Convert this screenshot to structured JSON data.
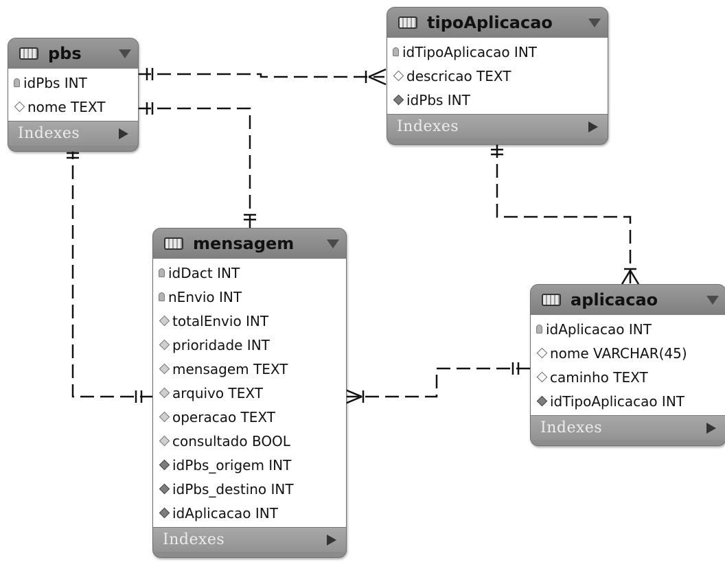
{
  "tables": {
    "pbs": {
      "name": "pbs",
      "columns": [
        {
          "icon": "primary-key-icon",
          "label": "idPbs INT"
        },
        {
          "icon": "empty-diamond-icon",
          "label": "nome TEXT"
        }
      ],
      "indexes_label": "Indexes"
    },
    "tipoAplicacao": {
      "name": "tipoAplicacao",
      "columns": [
        {
          "icon": "primary-key-icon",
          "label": "idTipoAplicacao INT"
        },
        {
          "icon": "empty-diamond-icon",
          "label": "descricao TEXT"
        },
        {
          "icon": "foreign-key-diamond-icon",
          "label": "idPbs INT"
        }
      ],
      "indexes_label": "Indexes"
    },
    "mensagem": {
      "name": "mensagem",
      "columns": [
        {
          "icon": "primary-key-icon",
          "label": "idDact INT"
        },
        {
          "icon": "primary-key-icon",
          "label": "nEnvio INT"
        },
        {
          "icon": "column-diamond-icon",
          "label": "totalEnvio INT"
        },
        {
          "icon": "column-diamond-icon",
          "label": "prioridade INT"
        },
        {
          "icon": "column-diamond-icon",
          "label": "mensagem TEXT"
        },
        {
          "icon": "column-diamond-icon",
          "label": "arquivo TEXT"
        },
        {
          "icon": "column-diamond-icon",
          "label": "operacao TEXT"
        },
        {
          "icon": "column-diamond-icon",
          "label": "consultado BOOL"
        },
        {
          "icon": "foreign-key-diamond-icon",
          "label": "idPbs_origem INT"
        },
        {
          "icon": "foreign-key-diamond-icon",
          "label": "idPbs_destino INT"
        },
        {
          "icon": "foreign-key-diamond-icon",
          "label": "idAplicacao INT"
        }
      ],
      "indexes_label": "Indexes"
    },
    "aplicacao": {
      "name": "aplicacao",
      "columns": [
        {
          "icon": "primary-key-icon",
          "label": "idAplicacao INT"
        },
        {
          "icon": "empty-diamond-icon",
          "label": "nome VARCHAR(45)"
        },
        {
          "icon": "empty-diamond-icon",
          "label": "caminho TEXT"
        },
        {
          "icon": "foreign-key-diamond-icon",
          "label": "idTipoAplicacao INT"
        }
      ],
      "indexes_label": "Indexes"
    }
  },
  "relationships": [
    {
      "from": "pbs",
      "to": "tipoAplicacao",
      "from_end": "one",
      "to_end": "many"
    },
    {
      "from": "pbs",
      "to": "mensagem",
      "from_end": "one",
      "to_end": "one"
    },
    {
      "from": "pbs",
      "to": "mensagem",
      "from_end": "one",
      "to_end": "one"
    },
    {
      "from": "tipoAplicacao",
      "to": "aplicacao",
      "from_end": "one",
      "to_end": "many"
    },
    {
      "from": "aplicacao",
      "to": "mensagem",
      "from_end": "one",
      "to_end": "many"
    }
  ],
  "colors": {
    "header": "#8c8c8c",
    "body": "#ffffff",
    "connector": "#111111"
  }
}
